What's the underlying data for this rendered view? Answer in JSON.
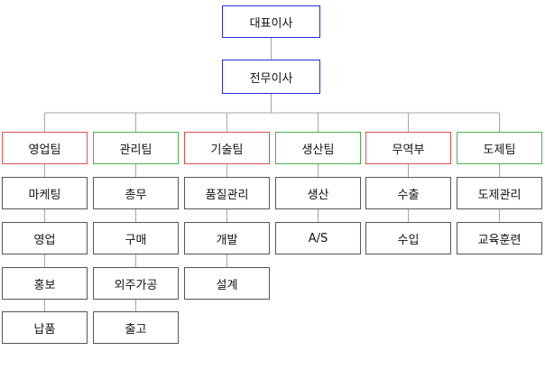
{
  "colors": {
    "top_border": "#2b2bd9",
    "red_border": "#e05050",
    "green_border": "#4fb04f",
    "plain_border": "#555555",
    "connector": "#a6a6a6"
  },
  "top": [
    {
      "label": "대표이사"
    },
    {
      "label": "전무이사"
    }
  ],
  "departments": [
    {
      "name": "영업팀",
      "accent": "red",
      "units": [
        "마케팅",
        "영업",
        "홍보",
        "납품"
      ]
    },
    {
      "name": "관리팀",
      "accent": "green",
      "units": [
        "총무",
        "구매",
        "외주가공",
        "출고"
      ]
    },
    {
      "name": "기술팀",
      "accent": "red",
      "units": [
        "품질관리",
        "개발",
        "설계"
      ]
    },
    {
      "name": "생산팀",
      "accent": "green",
      "units": [
        "생산",
        "A/S"
      ]
    },
    {
      "name": "무역부",
      "accent": "red",
      "units": [
        "수출",
        "수입"
      ]
    },
    {
      "name": "도제팀",
      "accent": "green",
      "units": [
        "도제관리",
        "교육훈련"
      ]
    }
  ]
}
